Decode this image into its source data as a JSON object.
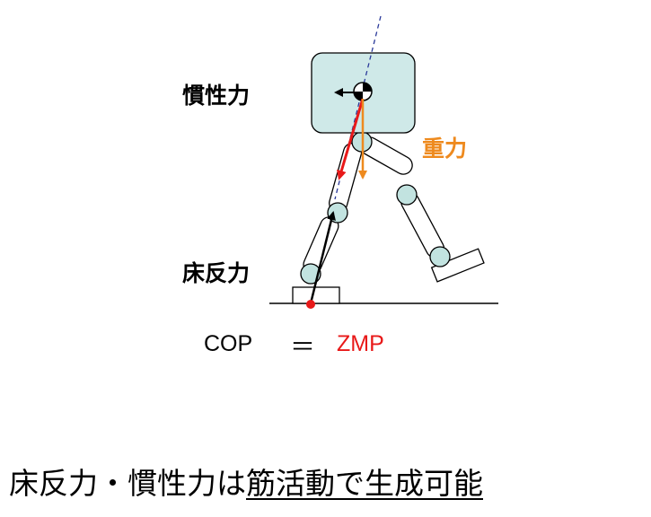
{
  "labels": {
    "inertial_force": "慣性力",
    "gravity": "重力",
    "floor_reaction": "床反力",
    "cop": "COP",
    "equals": "＝",
    "zmp": "ZMP"
  },
  "caption": {
    "plain": "床反力・慣性力は",
    "underlined": "筋活動で生成可能"
  },
  "colors": {
    "body_fill": "#cfe9e8",
    "joint_fill": "#c2e3e0",
    "gravity": "#ee8a1e",
    "inertia_total": "#e81919",
    "floor_reaction": "#000000",
    "zmp_point": "#e81919",
    "axis_dash": "#2b3a9a"
  }
}
